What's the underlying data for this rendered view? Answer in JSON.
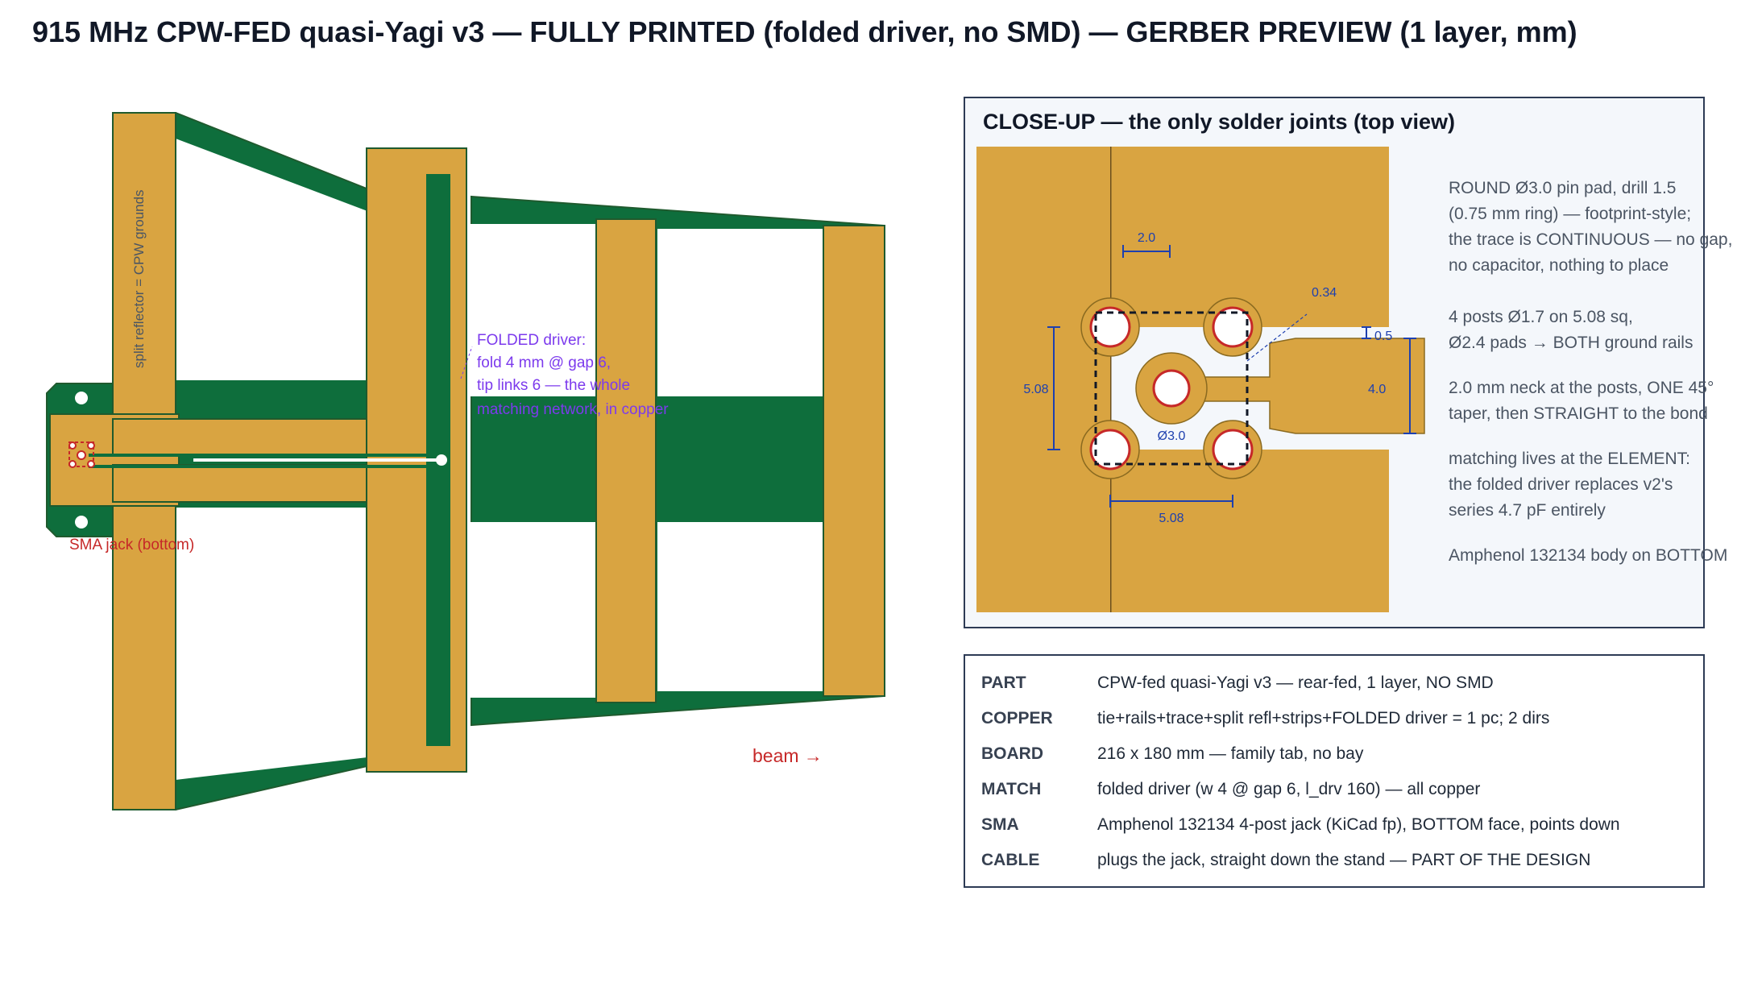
{
  "title": "915 MHz CPW-FED quasi-Yagi v3 — FULLY PRINTED (folded driver, no SMD) — GERBER PREVIEW (1 layer, mm)",
  "colors": {
    "copper": "#d9a441",
    "substrate": "#0e6e3c",
    "outline": "#1f5a2e",
    "annotation_red": "#c62828",
    "annotation_purple": "#7c3aed",
    "dimension_blue": "#1e40af",
    "panel_bg": "#f4f7fb",
    "panel_border": "#2d3b55"
  },
  "board": {
    "reflector_label": "split reflector = CPW grounds",
    "driver_note": [
      "FOLDED driver:",
      "fold 4 mm @ gap 6,",
      "tip links 6 — the whole",
      "matching network, in copper"
    ],
    "sma_label": "SMA jack (bottom)",
    "beam_label": "beam →"
  },
  "closeup": {
    "title": "CLOSE-UP — the only solder joints (top view)",
    "dims": {
      "neck": "2.0",
      "gap": "0.34",
      "taper": "0.5",
      "trace": "4.0",
      "vertical_pitch": "5.08",
      "horizontal_pitch": "5.08",
      "pin_pad": "Ø3.0"
    },
    "notes": [
      "ROUND Ø3.0 pin pad, drill 1.5\n(0.75 mm ring) — footprint-style;\nthe trace is CONTINUOUS — no gap,\nno capacitor, nothing to place",
      "4 posts Ø1.7 on 5.08 sq,\nØ2.4 pads → BOTH ground rails",
      "2.0 mm neck at the posts, ONE 45°\ntaper, then STRAIGHT to the bond",
      "matching lives at the ELEMENT:\nthe folded driver replaces v2's\nseries 4.7 pF entirely",
      "Amphenol 132134 body on BOTTOM"
    ]
  },
  "specs": [
    {
      "key": "PART",
      "value": "CPW-fed quasi-Yagi v3 — rear-fed, 1 layer, NO SMD"
    },
    {
      "key": "COPPER",
      "value": "tie+rails+trace+split refl+strips+FOLDED driver = 1 pc; 2 dirs"
    },
    {
      "key": "BOARD",
      "value": "216 x 180 mm — family tab, no bay"
    },
    {
      "key": "MATCH",
      "value": "folded driver (w 4 @ gap 6, l_drv 160) — all copper"
    },
    {
      "key": "SMA",
      "value": "Amphenol 132134 4-post jack (KiCad fp), BOTTOM face, points down"
    },
    {
      "key": "CABLE",
      "value": "plugs the jack, straight down the stand — PART OF THE DESIGN"
    }
  ]
}
